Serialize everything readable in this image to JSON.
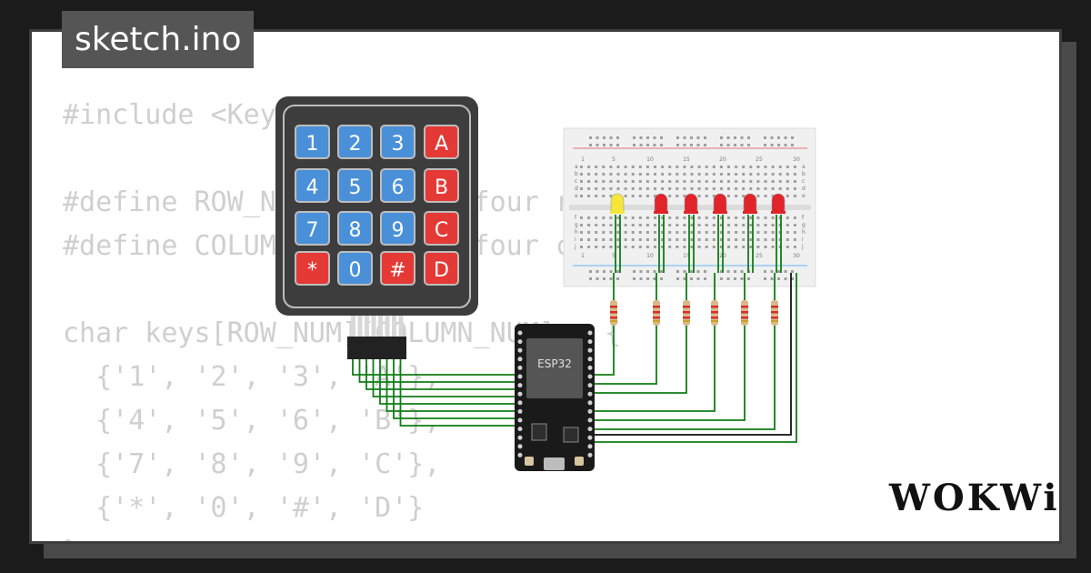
{
  "file_tab": {
    "title": "sketch.ino"
  },
  "code_lines": [
    "#include <Keypad.h>",
    "",
    "#define ROW_NUM     4 // four rows",
    "#define COLUMN_NUM  4 // four columns",
    "",
    "char keys[ROW_NUM][COLUMN_NUM] = {",
    "  {'1', '2', '3', 'A'},",
    "  {'4', '5', '6', 'B'},",
    "  {'7', '8', '9', 'C'},",
    "  {'*', '0', '#', 'D'}",
    "};"
  ],
  "keypad": {
    "keys": [
      [
        "1",
        "2",
        "3",
        "A"
      ],
      [
        "4",
        "5",
        "6",
        "B"
      ],
      [
        "7",
        "8",
        "9",
        "C"
      ],
      [
        "*",
        "0",
        "#",
        "D"
      ]
    ],
    "number_key_color": "#4a90d9",
    "letter_key_color": "#e53935"
  },
  "esp32": {
    "label": "ESP32"
  },
  "breadboard": {
    "column_numbers": [
      "1",
      "5",
      "10",
      "15",
      "20",
      "25",
      "30"
    ],
    "row_letters_top": [
      "a",
      "b",
      "c",
      "d",
      "e"
    ],
    "row_letters_bottom": [
      "f",
      "g",
      "h",
      "i",
      "j"
    ]
  },
  "leds": [
    {
      "color": "yellow",
      "fill": "#f5e63a"
    },
    {
      "color": "red",
      "fill": "#e0242a"
    },
    {
      "color": "red",
      "fill": "#e0242a"
    },
    {
      "color": "red",
      "fill": "#e0242a"
    },
    {
      "color": "red",
      "fill": "#e0242a"
    },
    {
      "color": "red",
      "fill": "#e0242a"
    }
  ],
  "wire_color": "#0f7d14",
  "brand": {
    "logo": "WOKWi"
  }
}
